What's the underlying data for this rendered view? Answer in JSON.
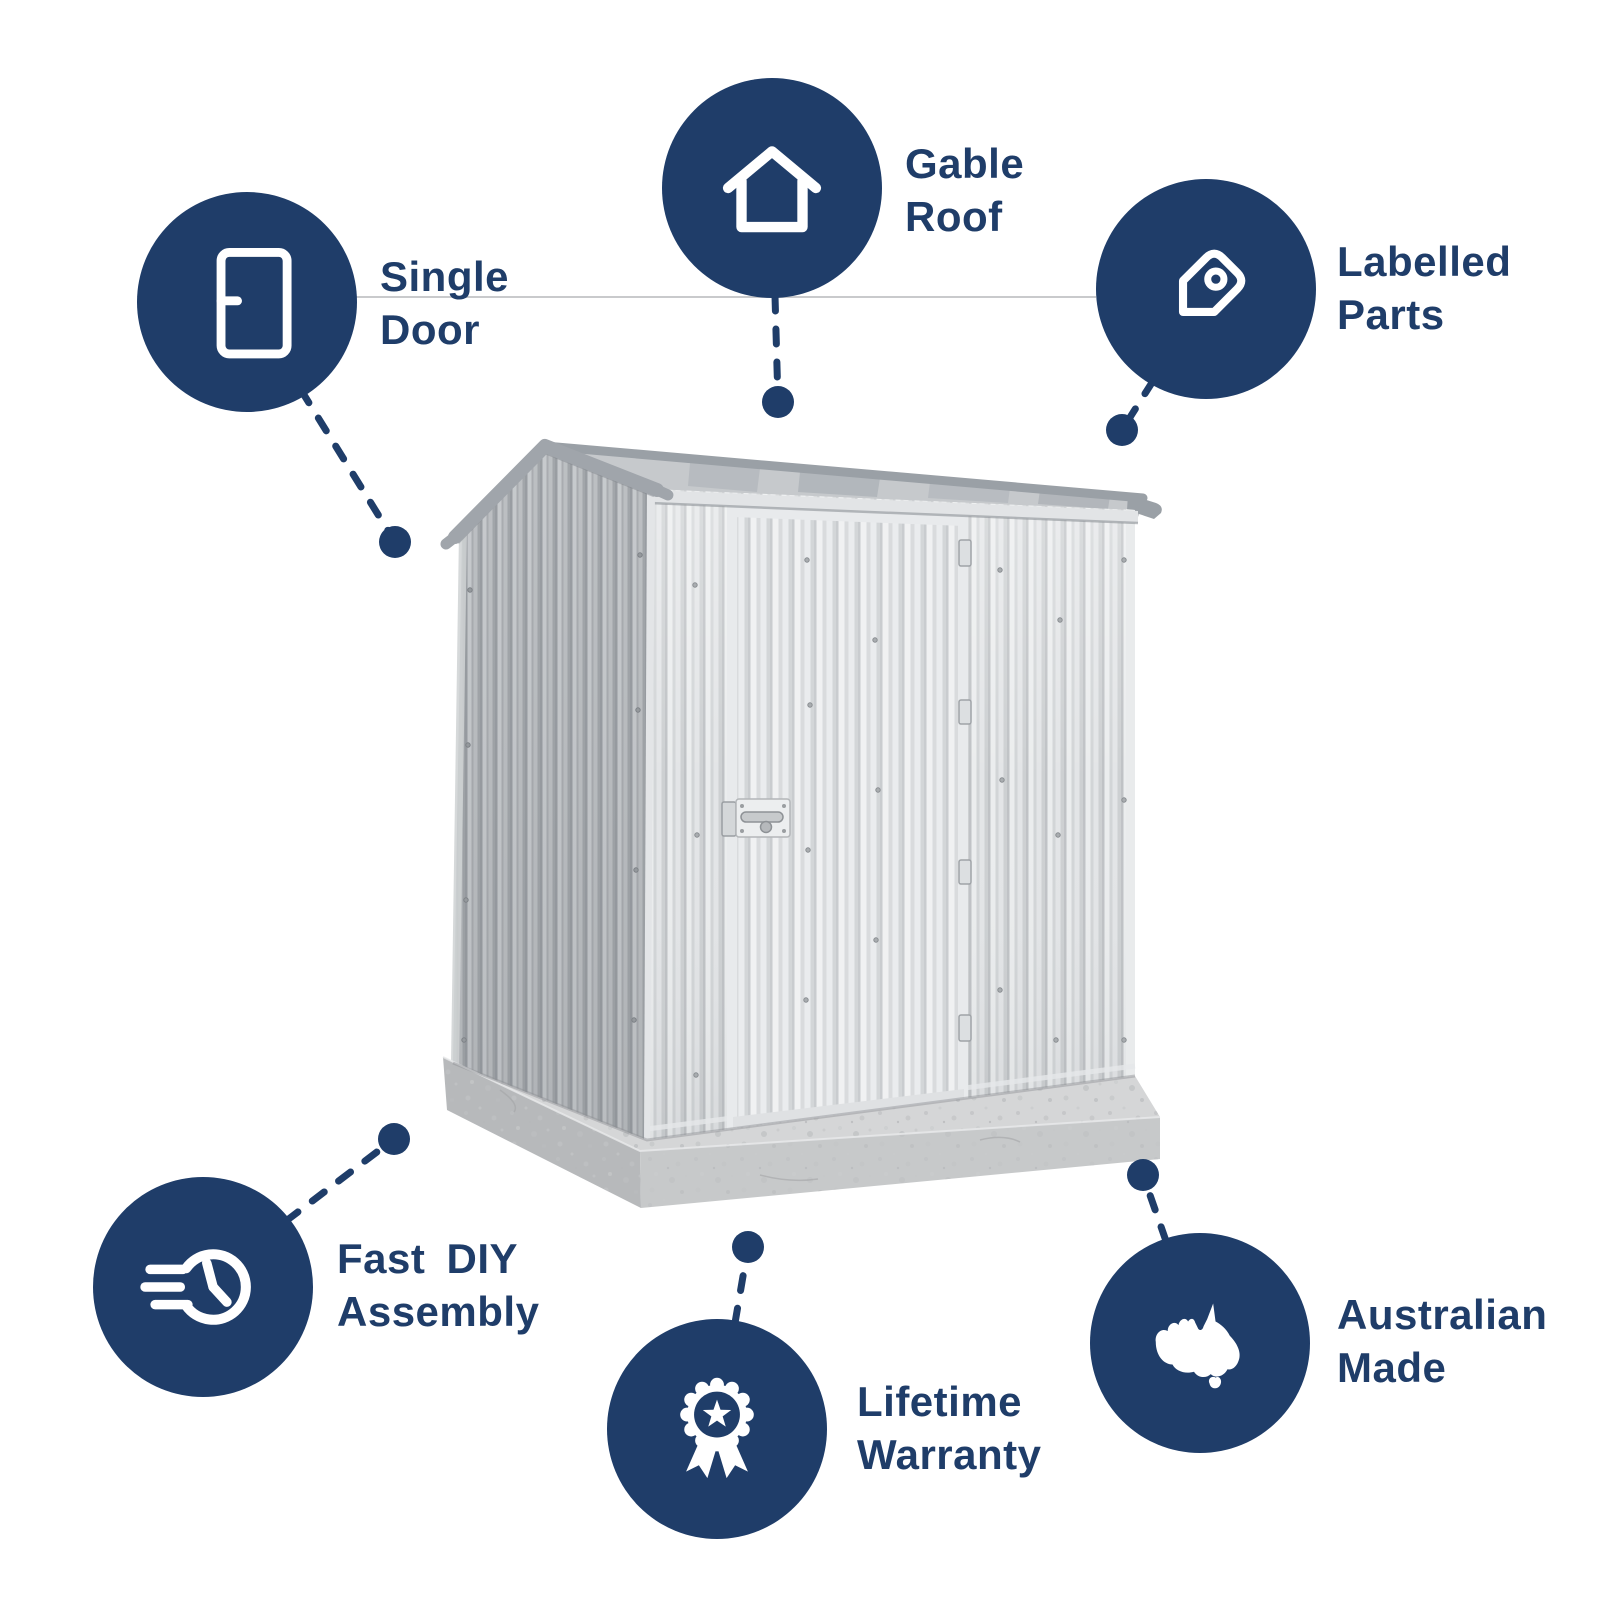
{
  "page": {
    "type": "product feature infographic",
    "background": "#ffffff"
  },
  "colors": {
    "navy": "#1f3d69",
    "line_gray": "#c9cacc"
  },
  "illustration": {
    "alt": "Silver metal garden shed with gable roof and single door on a concrete slab"
  },
  "features": [
    {
      "id": "single-door",
      "icon": "door-icon",
      "lines": [
        "Single",
        "Door"
      ]
    },
    {
      "id": "gable-roof",
      "icon": "house-icon",
      "lines": [
        "Gable",
        "Roof"
      ]
    },
    {
      "id": "labelled-parts",
      "icon": "tag-icon",
      "lines": [
        "Labelled",
        "Parts"
      ]
    },
    {
      "id": "fast-diy-assembly",
      "icon": "speed-clock-icon",
      "lines": [
        "Fast DIY",
        "Assembly"
      ]
    },
    {
      "id": "lifetime-warranty",
      "icon": "award-ribbon-icon",
      "lines": [
        "Lifetime",
        "Warranty"
      ]
    },
    {
      "id": "australian-made",
      "icon": "australia-map-icon",
      "lines": [
        "Australian",
        "Made"
      ]
    }
  ]
}
